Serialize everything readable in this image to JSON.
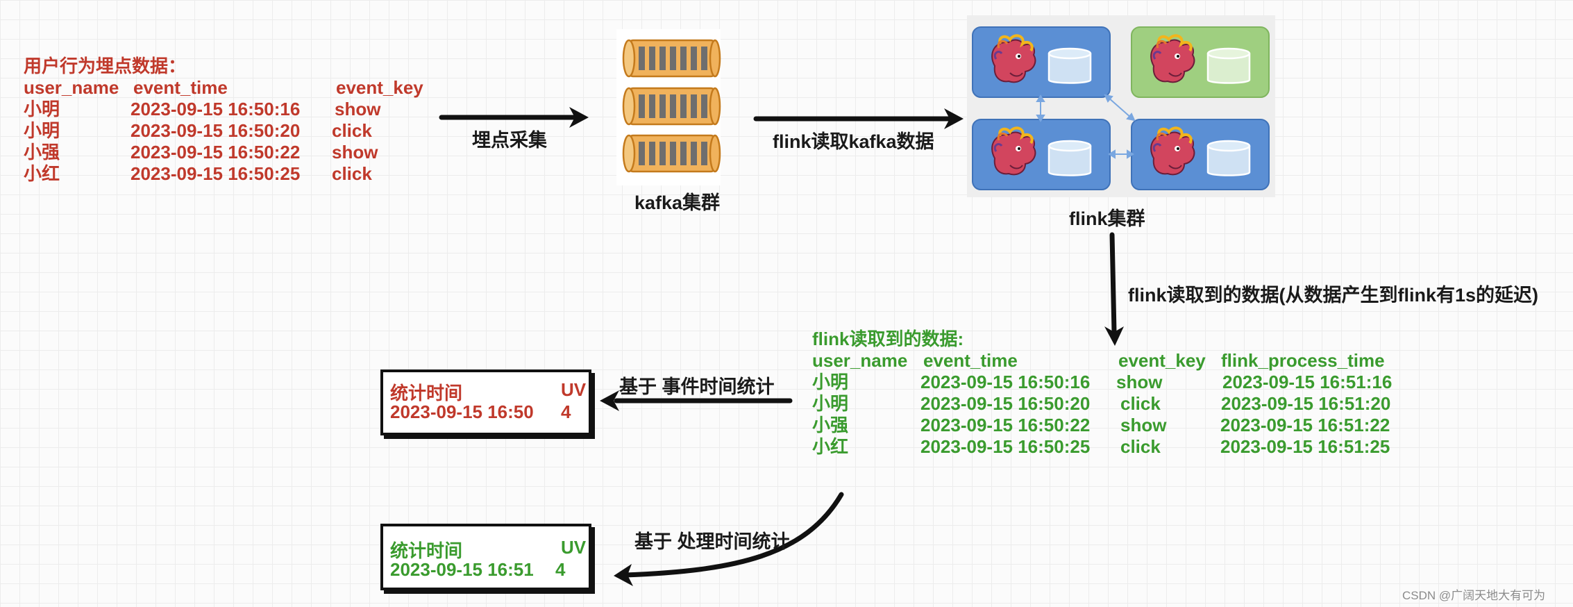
{
  "source": {
    "title": "用户行为埋点数据：",
    "columns": [
      "user_name",
      "event_time",
      "event_key"
    ],
    "rows": [
      [
        "小明",
        "2023-09-15 16:50:16",
        "show"
      ],
      [
        "小明",
        "2023-09-15 16:50:20",
        "click"
      ],
      [
        "小强",
        "2023-09-15 16:50:22",
        "show"
      ],
      [
        "小红",
        "2023-09-15 16:50:25",
        "click"
      ]
    ]
  },
  "labels": {
    "collect": "埋点采集",
    "kafka_cluster": "kafka集群",
    "flink_read_kafka": "flink读取kafka数据",
    "flink_cluster": "flink集群",
    "flink_read_delay": "flink读取到的数据(从数据产生到flink有1s的延迟)",
    "event_time_stat": "基于 事件时间统计",
    "process_time_stat": "基于 处理时间统计"
  },
  "flink_data": {
    "title": "flink读取到的数据:",
    "columns": [
      "user_name",
      "event_time",
      "event_key",
      "flink_process_time"
    ],
    "rows": [
      [
        "小明",
        "2023-09-15 16:50:16",
        "show",
        "2023-09-15 16:51:16"
      ],
      [
        "小明",
        "2023-09-15 16:50:20",
        "click",
        "2023-09-15 16:51:20"
      ],
      [
        "小强",
        "2023-09-15 16:50:22",
        "show",
        "2023-09-15 16:51:22"
      ],
      [
        "小红",
        "2023-09-15 16:50:25",
        "click",
        "2023-09-15 16:51:25"
      ]
    ]
  },
  "event_result": {
    "head_time": "统计时间",
    "head_uv": "UV",
    "time": "2023-09-15 16:50",
    "uv": "4"
  },
  "process_result": {
    "head_time": "统计时间",
    "head_uv": "UV",
    "time": "2023-09-15 16:51",
    "uv": "4"
  },
  "watermark": "CSDN @广阔天地大有可为",
  "colors": {
    "source_text": "#c0392b",
    "flink_text": "#3a9b2e",
    "node_blue": "#5b8fd4",
    "node_green": "#9fcf80",
    "squirrel": "#d2455e",
    "kafka_tube": "#f0b25c"
  },
  "icons": [
    "kafka-topic-icon",
    "flink-squirrel-icon",
    "database-icon"
  ]
}
